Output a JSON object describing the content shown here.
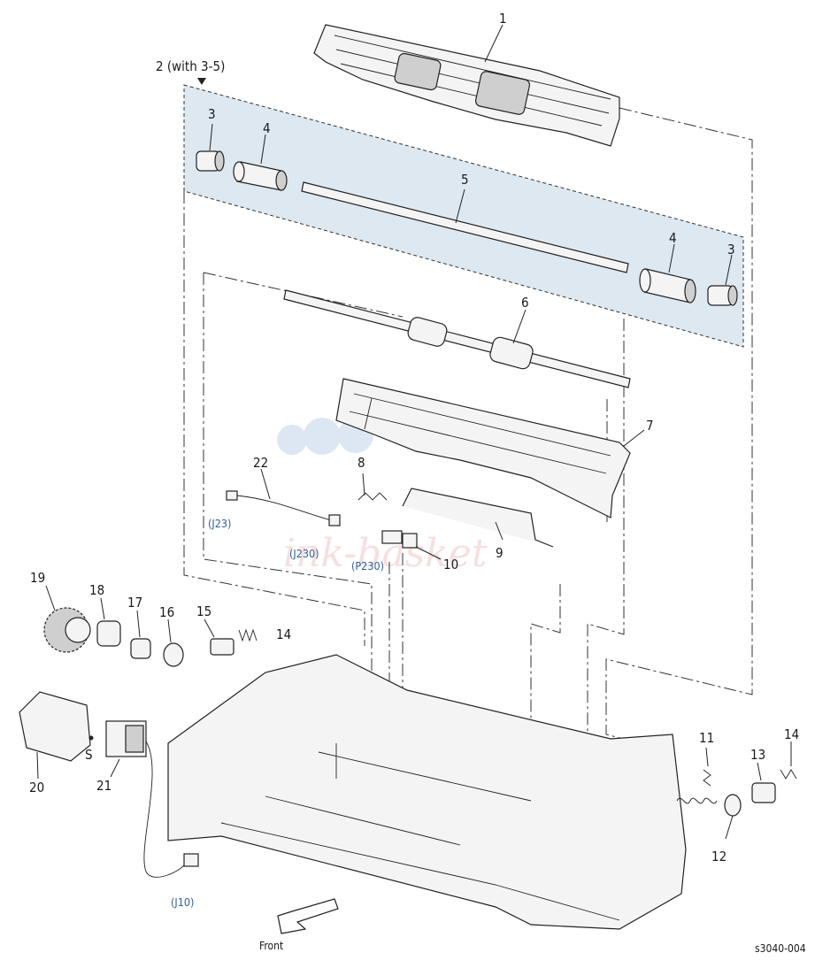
{
  "diagram": {
    "footer_code": "s3040-004",
    "front_label": "Front",
    "kit_label": "2 (with 3-5)",
    "watermark_text": "ink-basket",
    "kit_fill_color": "#dde8f1",
    "connector_label_color": "#2f5f9f"
  },
  "callouts": [
    {
      "id": "c1",
      "label": "1"
    },
    {
      "id": "c3a",
      "label": "3"
    },
    {
      "id": "c4a",
      "label": "4"
    },
    {
      "id": "c5",
      "label": "5"
    },
    {
      "id": "c4b",
      "label": "4"
    },
    {
      "id": "c3b",
      "label": "3"
    },
    {
      "id": "c6",
      "label": "6"
    },
    {
      "id": "c7",
      "label": "7"
    },
    {
      "id": "c8",
      "label": "8"
    },
    {
      "id": "c22",
      "label": "22"
    },
    {
      "id": "c9",
      "label": "9"
    },
    {
      "id": "c10",
      "label": "10"
    },
    {
      "id": "c19",
      "label": "19"
    },
    {
      "id": "c18",
      "label": "18"
    },
    {
      "id": "c17",
      "label": "17"
    },
    {
      "id": "c16",
      "label": "16"
    },
    {
      "id": "c15",
      "label": "15"
    },
    {
      "id": "c14a",
      "label": "14"
    },
    {
      "id": "c20",
      "label": "20"
    },
    {
      "id": "c21",
      "label": "21"
    },
    {
      "id": "cS",
      "label": "S"
    },
    {
      "id": "c11",
      "label": "11"
    },
    {
      "id": "c13",
      "label": "13"
    },
    {
      "id": "c14b",
      "label": "14"
    },
    {
      "id": "c12",
      "label": "12"
    }
  ],
  "connectors": [
    {
      "id": "j23",
      "label": "(J23)"
    },
    {
      "id": "j230",
      "label": "(J230)"
    },
    {
      "id": "p230",
      "label": "(P230)"
    },
    {
      "id": "j10",
      "label": "(J10)"
    }
  ]
}
